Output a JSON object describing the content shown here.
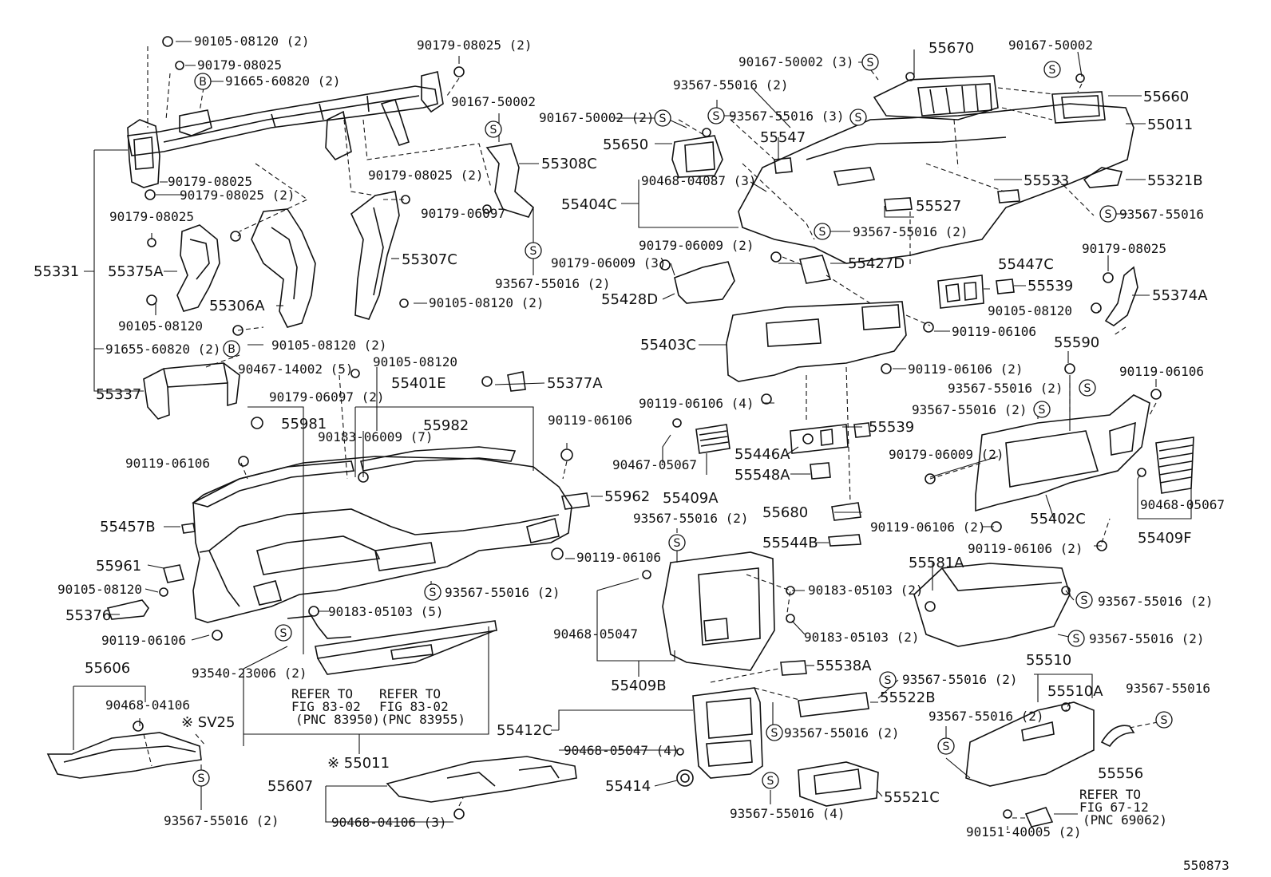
{
  "labels": {
    "a1": "90105-08120 (2)",
    "a2": "90179-08025",
    "a3": "91665-60820 (2)",
    "a4": "90179-08025 (2)",
    "a5": "90167-50002",
    "a6": "90167-50002 (2)",
    "a7": "55308C",
    "a8": "90179-08025",
    "a9": "90179-08025 (2)",
    "a10": "90179-08025 (2)",
    "a11": "90179-06097",
    "a12": "90179-08025",
    "a13": "55375A",
    "a14": "55331",
    "a15": "55307C",
    "a16": "90179-06009 (3)",
    "a17": "93567-55016 (2)",
    "a18": "55306A",
    "a19": "90105-08120",
    "a20": "90105-08120 (2)",
    "a21": "90105-08120 (2)",
    "a22": "91655-60820 (2)",
    "a23": "90467-14002 (5)",
    "a24": "90105-08120",
    "a25": "55401E",
    "a26": "55377A",
    "a27": "55337",
    "a28": "90179-06097 (2)",
    "a29": "55981",
    "a30": "55982",
    "a31": "90183-06009 (7)",
    "a32": "90119-06106",
    "a33": "90119-06106",
    "a34": "55962",
    "a35": "55457B",
    "a36": "90119-06106",
    "a37": "55961",
    "a38": "90105-08120",
    "a39": "93567-55016 (2)",
    "a40": "55376",
    "a41": "90183-05103 (5)",
    "a42": "90119-06106",
    "a43": "93540-23006 (2)",
    "a44": "55606",
    "a45": "REFER TO",
    "a46": "FIG 83-02",
    "a47": "(PNC 83950)",
    "a48": "REFER TO",
    "a49": "FIG 83-02",
    "a50": "(PNC 83955)",
    "a51": "90468-04106",
    "a52": "※ SV25",
    "a53": "※ 55011",
    "a54": "55607",
    "a55": "93567-55016 (2)",
    "a56": "90468-04106 (3)",
    "b1": "55670",
    "b2": "90167-50002",
    "b3": "90167-50002 (3)",
    "b4": "93567-55016 (2)",
    "b5": "55660",
    "b6": "93567-55016 (3)",
    "b7": "55547",
    "b8": "55650",
    "b9": "55011",
    "b10": "90468-04087 (3)",
    "b11": "55533",
    "b12": "55321B",
    "b13": "55404C",
    "b14": "55527",
    "b15": "93567-55016",
    "b16": "93567-55016 (2)",
    "b17": "90179-06009 (2)",
    "b18": "55427D",
    "b19": "55447C",
    "b20": "90179-08025",
    "b21": "55428D",
    "b22": "55539",
    "b23": "55374A",
    "b24": "90105-08120",
    "b25": "90119-06106",
    "b26": "55403C",
    "b27": "55590",
    "b28": "90119-06106 (2)",
    "b29": "90119-06106",
    "b30": "93567-55016 (2)",
    "b31": "90119-06106 (4)",
    "b32": "93567-55016 (2)",
    "b33": "55539",
    "b34": "90179-06009 (2)",
    "b35": "90467-05067",
    "b36": "55446A",
    "b37": "55548A",
    "b38": "90468-05067",
    "b39": "55409A",
    "b40": "55680",
    "b41": "90119-06106 (2)",
    "b42": "55402C",
    "b43": "55409F",
    "b44": "93567-55016 (2)",
    "b45": "90119-06106 (2)",
    "b46": "55544B",
    "b47": "55581A",
    "b48": "90183-05103 (2)",
    "b49": "93567-55016 (2)",
    "b50": "90468-05047",
    "b51": "90183-05103 (2)",
    "b52": "93567-55016 (2)",
    "b53": "55409B",
    "b54": "55538A",
    "b55": "93567-55016 (2)",
    "b56": "55510",
    "b57": "55522B",
    "b58": "55510A",
    "b59": "93567-55016",
    "b60": "93567-55016 (2)",
    "b61": "55412C",
    "b62": "93567-55016 (2)",
    "b63": "90468-05047 (4)",
    "b64": "55556",
    "b65": "55414",
    "b66": "55521C",
    "b67": "REFER TO",
    "b68": "FIG 67-12",
    "b69": "(PNC 69062)",
    "b70": "93567-55016 (4)",
    "b71": "90151-40005 (2)",
    "b72": "550873"
  },
  "markers": {
    "s": "S",
    "b": "B"
  }
}
